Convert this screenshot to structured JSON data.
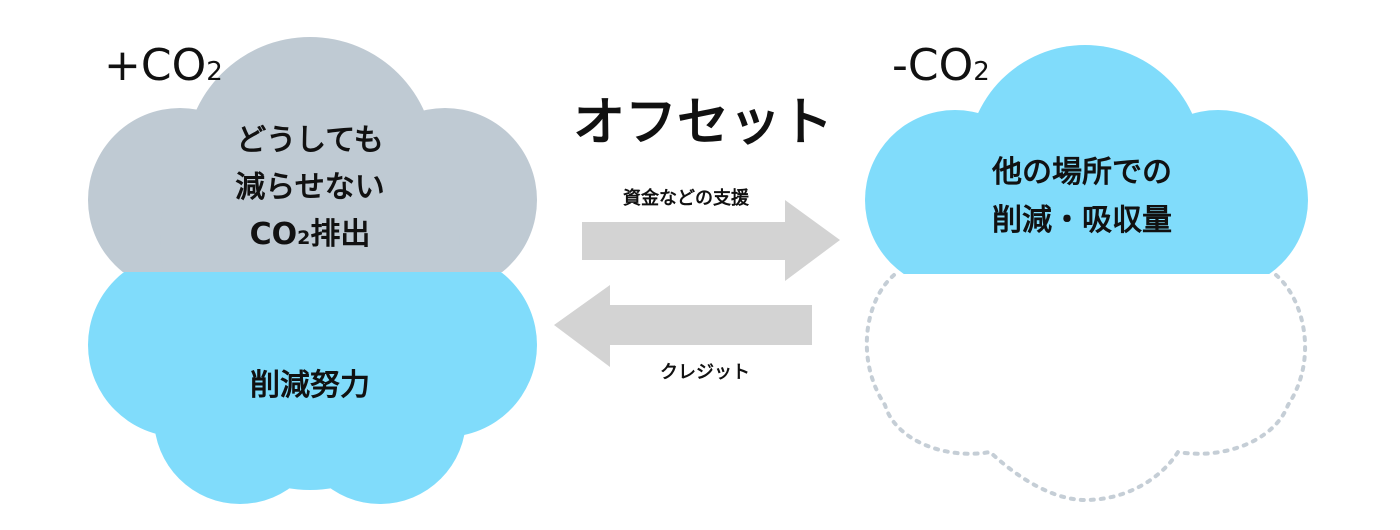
{
  "left": {
    "co2_label": {
      "prefix": "+CO",
      "sub": "2"
    },
    "top_cloud": {
      "line1": "どうしても",
      "line2": "減らせない",
      "line3": {
        "prefix": "CO",
        "sub": "2",
        "suffix": "排出"
      }
    },
    "bottom_cloud": {
      "text": "削減努力"
    }
  },
  "right": {
    "co2_label": {
      "prefix": "-CO",
      "sub": "2"
    },
    "top_cloud": {
      "line1": "他の場所での",
      "line2": "削減・吸収量"
    }
  },
  "center": {
    "title": "オフセット",
    "arrow_right_label": "資金などの支援",
    "arrow_left_label": "クレジット"
  },
  "colors": {
    "gray_cloud": "#bfcad3",
    "blue_cloud": "#80dcfb",
    "arrow": "#d3d3d3",
    "dotted_outline": "#c5ced6"
  }
}
